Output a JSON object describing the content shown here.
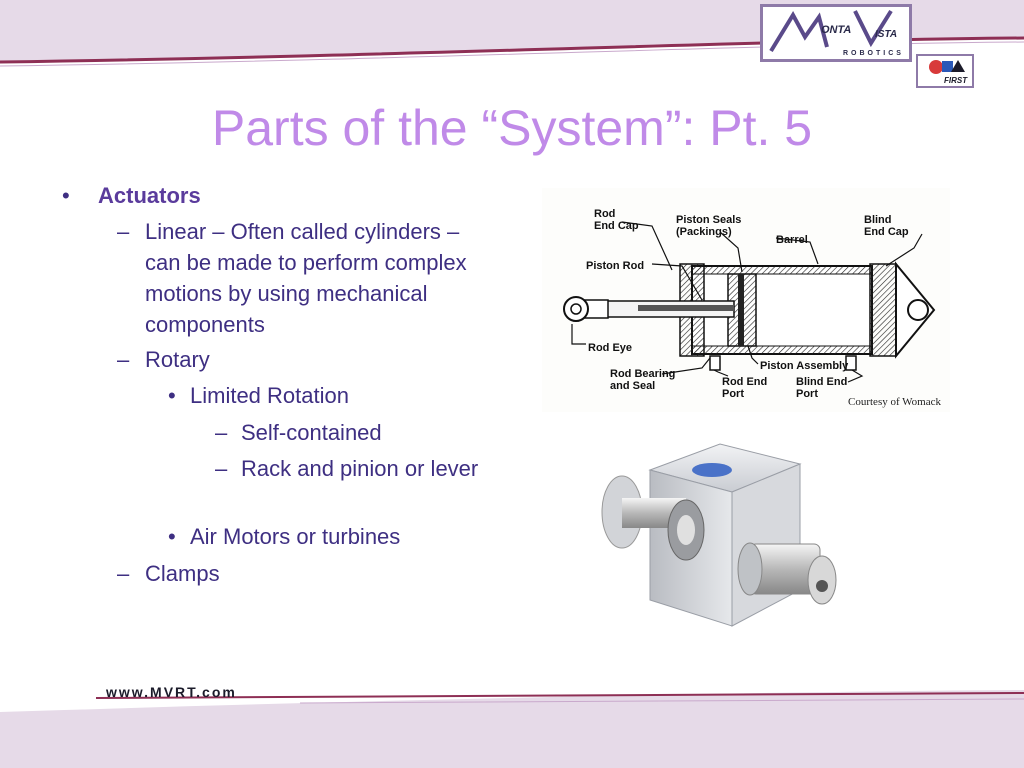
{
  "slide": {
    "title": "Parts of the “System”: Pt. 5",
    "footer_url": "www.MVRT.com",
    "logo": {
      "line1": "ONTA",
      "line2": "ISTA",
      "line3": "ROBOTICS",
      "first": "FIRST"
    },
    "colors": {
      "title": "#c08ae8",
      "accent": "#8e7aa8",
      "band": "#e6dae8",
      "body_text": "#3e2f82"
    }
  },
  "bullets": [
    {
      "marker": "•",
      "text": "Actuators"
    },
    {
      "marker": "–",
      "text": "Linear – Often called cylinders – can be made to perform complex motions by using mechanical components"
    },
    {
      "marker": "–",
      "text": "Rotary"
    },
    {
      "marker": "•",
      "text": "Limited Rotation"
    },
    {
      "marker": "–",
      "text": "Self-contained"
    },
    {
      "marker": "–",
      "text": "Rack and pinion or lever"
    },
    {
      "marker": "•",
      "text": "Air Motors or turbines"
    },
    {
      "marker": "–",
      "text": "Clamps"
    }
  ],
  "cylinder_diagram": {
    "labels": {
      "rod_end_cap": "Rod\nEnd Cap",
      "piston_seals": "Piston Seals\n(Packings)",
      "barrel": "Barrel",
      "blind_end_cap": "Blind\nEnd Cap",
      "piston_rod": "Piston Rod",
      "rod_eye": "Rod Eye",
      "piston_assembly": "Piston Assembly",
      "rod_bearing": "Rod Bearing\nand Seal",
      "rod_end_port": "Rod End\nPort",
      "blind_end_port": "Blind End\nPort"
    },
    "credit": "Courtesy of Womack"
  },
  "rotary_actuator_photo": {
    "icon": "rotary-actuator-image"
  }
}
